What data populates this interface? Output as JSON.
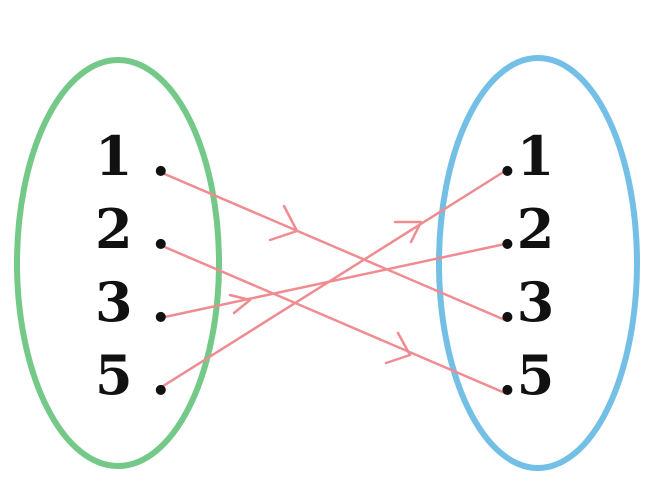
{
  "domain_set": {
    "items": [
      {
        "label": "1 ."
      },
      {
        "label": "2 ."
      },
      {
        "label": "3 ."
      },
      {
        "label": "5 ."
      }
    ]
  },
  "codomain_set": {
    "items": [
      {
        "label": ".1"
      },
      {
        "label": ".2"
      },
      {
        "label": ".3"
      },
      {
        "label": ".5"
      }
    ]
  },
  "mappings": [
    {
      "from": "1",
      "to": "3"
    },
    {
      "from": "2",
      "to": "5"
    },
    {
      "from": "3",
      "to": "2"
    },
    {
      "from": "5",
      "to": "1"
    }
  ],
  "colors": {
    "domain_oval": "#5cbf73",
    "codomain_oval": "#5ab4e2",
    "arrow": "#ef8c91",
    "text": "#111111"
  }
}
